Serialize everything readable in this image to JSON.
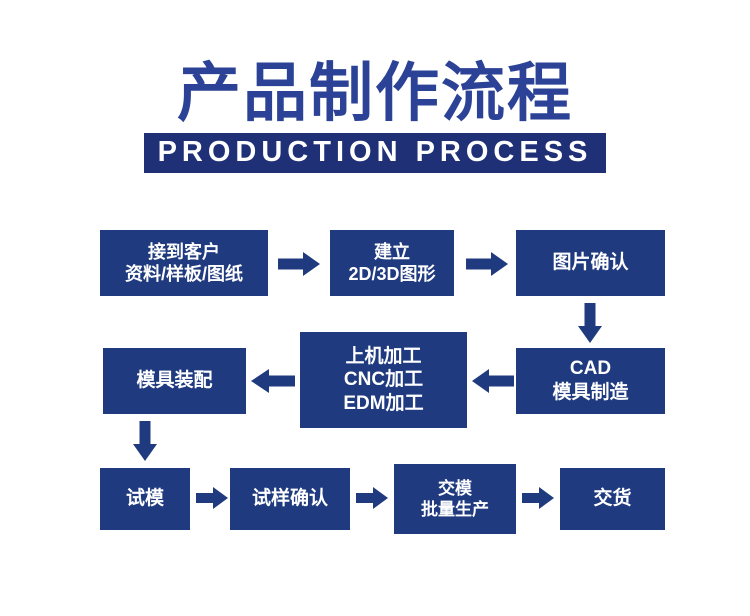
{
  "header": {
    "title_cn": "产品制作流程",
    "subtitle_en": "PRODUCTION PROCESS"
  },
  "colors": {
    "box_fill": "#1F3A7F",
    "banner_fill": "#1F3077",
    "title_text": "#2B4296",
    "arrow": "#1F3A7F",
    "background": "#FFFFFF",
    "box_text": "#FFFFFF"
  },
  "flow": {
    "nodes": [
      {
        "id": "receive-customer-data",
        "lines": [
          "接到客户",
          "资料/样板/图纸"
        ]
      },
      {
        "id": "create-2d-3d-drawing",
        "lines": [
          "建立",
          "2D/3D图形"
        ]
      },
      {
        "id": "image-confirmation",
        "lines": [
          "图片确认"
        ]
      },
      {
        "id": "cad-mold-manufacturing",
        "lines": [
          "CAD",
          "模具制造"
        ]
      },
      {
        "id": "machining",
        "lines": [
          "上机加工",
          "CNC加工",
          "EDM加工"
        ]
      },
      {
        "id": "mold-assembly",
        "lines": [
          "模具装配"
        ]
      },
      {
        "id": "mold-trial",
        "lines": [
          "试模"
        ]
      },
      {
        "id": "sample-confirmation",
        "lines": [
          "试样确认"
        ]
      },
      {
        "id": "mass-production",
        "lines": [
          "交模",
          "批量生产"
        ]
      },
      {
        "id": "delivery",
        "lines": [
          "交货"
        ]
      }
    ],
    "connectors": [
      {
        "id": "arrow-1",
        "from": "receive-customer-data",
        "to": "create-2d-3d-drawing",
        "direction": "right"
      },
      {
        "id": "arrow-2",
        "from": "create-2d-3d-drawing",
        "to": "image-confirmation",
        "direction": "right"
      },
      {
        "id": "arrow-3",
        "from": "image-confirmation",
        "to": "cad-mold-manufacturing",
        "direction": "down"
      },
      {
        "id": "arrow-4",
        "from": "cad-mold-manufacturing",
        "to": "machining",
        "direction": "left"
      },
      {
        "id": "arrow-5",
        "from": "machining",
        "to": "mold-assembly",
        "direction": "left"
      },
      {
        "id": "arrow-6",
        "from": "mold-assembly",
        "to": "mold-trial",
        "direction": "down"
      },
      {
        "id": "arrow-7",
        "from": "mold-trial",
        "to": "sample-confirmation",
        "direction": "right"
      },
      {
        "id": "arrow-8",
        "from": "sample-confirmation",
        "to": "mass-production",
        "direction": "right"
      },
      {
        "id": "arrow-9",
        "from": "mass-production",
        "to": "delivery",
        "direction": "right"
      }
    ]
  }
}
